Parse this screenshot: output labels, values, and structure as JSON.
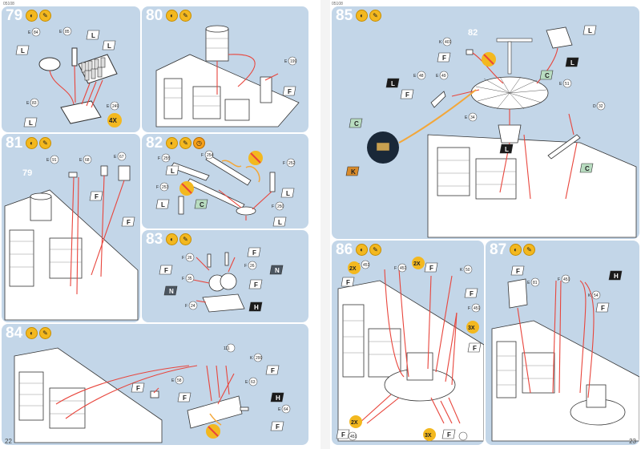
{
  "header": {
    "kit_left": "05108",
    "kit_right": "05108"
  },
  "footer": {
    "page_left": "22",
    "page_right": "23"
  },
  "panel_icons": {
    "glue": "glue-icon",
    "paint": "paint-brush-icon",
    "clock": "clock-icon"
  },
  "palette": {
    "panel_bg": "#c3d6e8",
    "callout_line": "#e8453c",
    "highlight_line": "#f3a73a",
    "badge_yellow": "#f3b81f",
    "paint_c": "#b8dcc0",
    "paint_h": "#1a1a1a",
    "paint_n": "#4b5560",
    "paint_k": "#d88a2a"
  },
  "steps": [
    {
      "number": "79",
      "icons": [
        "glue",
        "paint"
      ],
      "parts": [
        "84",
        "85",
        "83",
        "249"
      ],
      "paints": [
        "L",
        "L",
        "L",
        "L"
      ],
      "badges": [
        "4X"
      ]
    },
    {
      "number": "80",
      "icons": [
        "glue",
        "paint"
      ],
      "parts": [
        "199"
      ],
      "paints": [
        "F"
      ],
      "badges": []
    },
    {
      "number": "81",
      "icons": [
        "glue",
        "paint"
      ],
      "parts": [
        "91",
        "68",
        "67"
      ],
      "paints": [
        "F",
        "F"
      ],
      "badges": [],
      "ref_step": "79"
    },
    {
      "number": "82",
      "icons": [
        "glue",
        "paint",
        "clock"
      ],
      "parts": [
        "255",
        "254",
        "253",
        "252",
        "250"
      ],
      "paints": [
        "L",
        "C",
        "L",
        "L",
        "L"
      ],
      "badges": []
    },
    {
      "number": "83",
      "icons": [
        "glue",
        "paint"
      ],
      "parts": [
        "26",
        "26",
        "35",
        "24"
      ],
      "paints": [
        "F",
        "F",
        "N",
        "N",
        "F",
        "H"
      ],
      "badges": []
    },
    {
      "number": "84",
      "icons": [
        "glue",
        "paint"
      ],
      "parts": [
        "111",
        "299",
        "58",
        "63",
        "64"
      ],
      "paints": [
        "F",
        "F",
        "F",
        "H",
        "F"
      ],
      "badges": []
    },
    {
      "number": "85",
      "icons": [
        "glue",
        "paint"
      ],
      "parts": [
        "401",
        "48",
        "49",
        "51",
        "34",
        "32"
      ],
      "paints": [
        "L",
        "F",
        "C",
        "L",
        "L",
        "F",
        "C",
        "L",
        "C",
        "K"
      ],
      "badges": [],
      "ref_step": "82"
    },
    {
      "number": "86",
      "icons": [
        "glue",
        "paint"
      ],
      "parts": [
        "451",
        "451",
        "50",
        "451",
        "451"
      ],
      "paints": [
        "F",
        "F",
        "F",
        "F",
        "F",
        "F"
      ],
      "badges": [
        "2X",
        "2X",
        "3X",
        "2X",
        "3X"
      ]
    },
    {
      "number": "87",
      "icons": [
        "glue",
        "paint"
      ],
      "parts": [
        "81",
        "451",
        "54"
      ],
      "paints": [
        "F",
        "F",
        "H"
      ],
      "badges": []
    }
  ]
}
